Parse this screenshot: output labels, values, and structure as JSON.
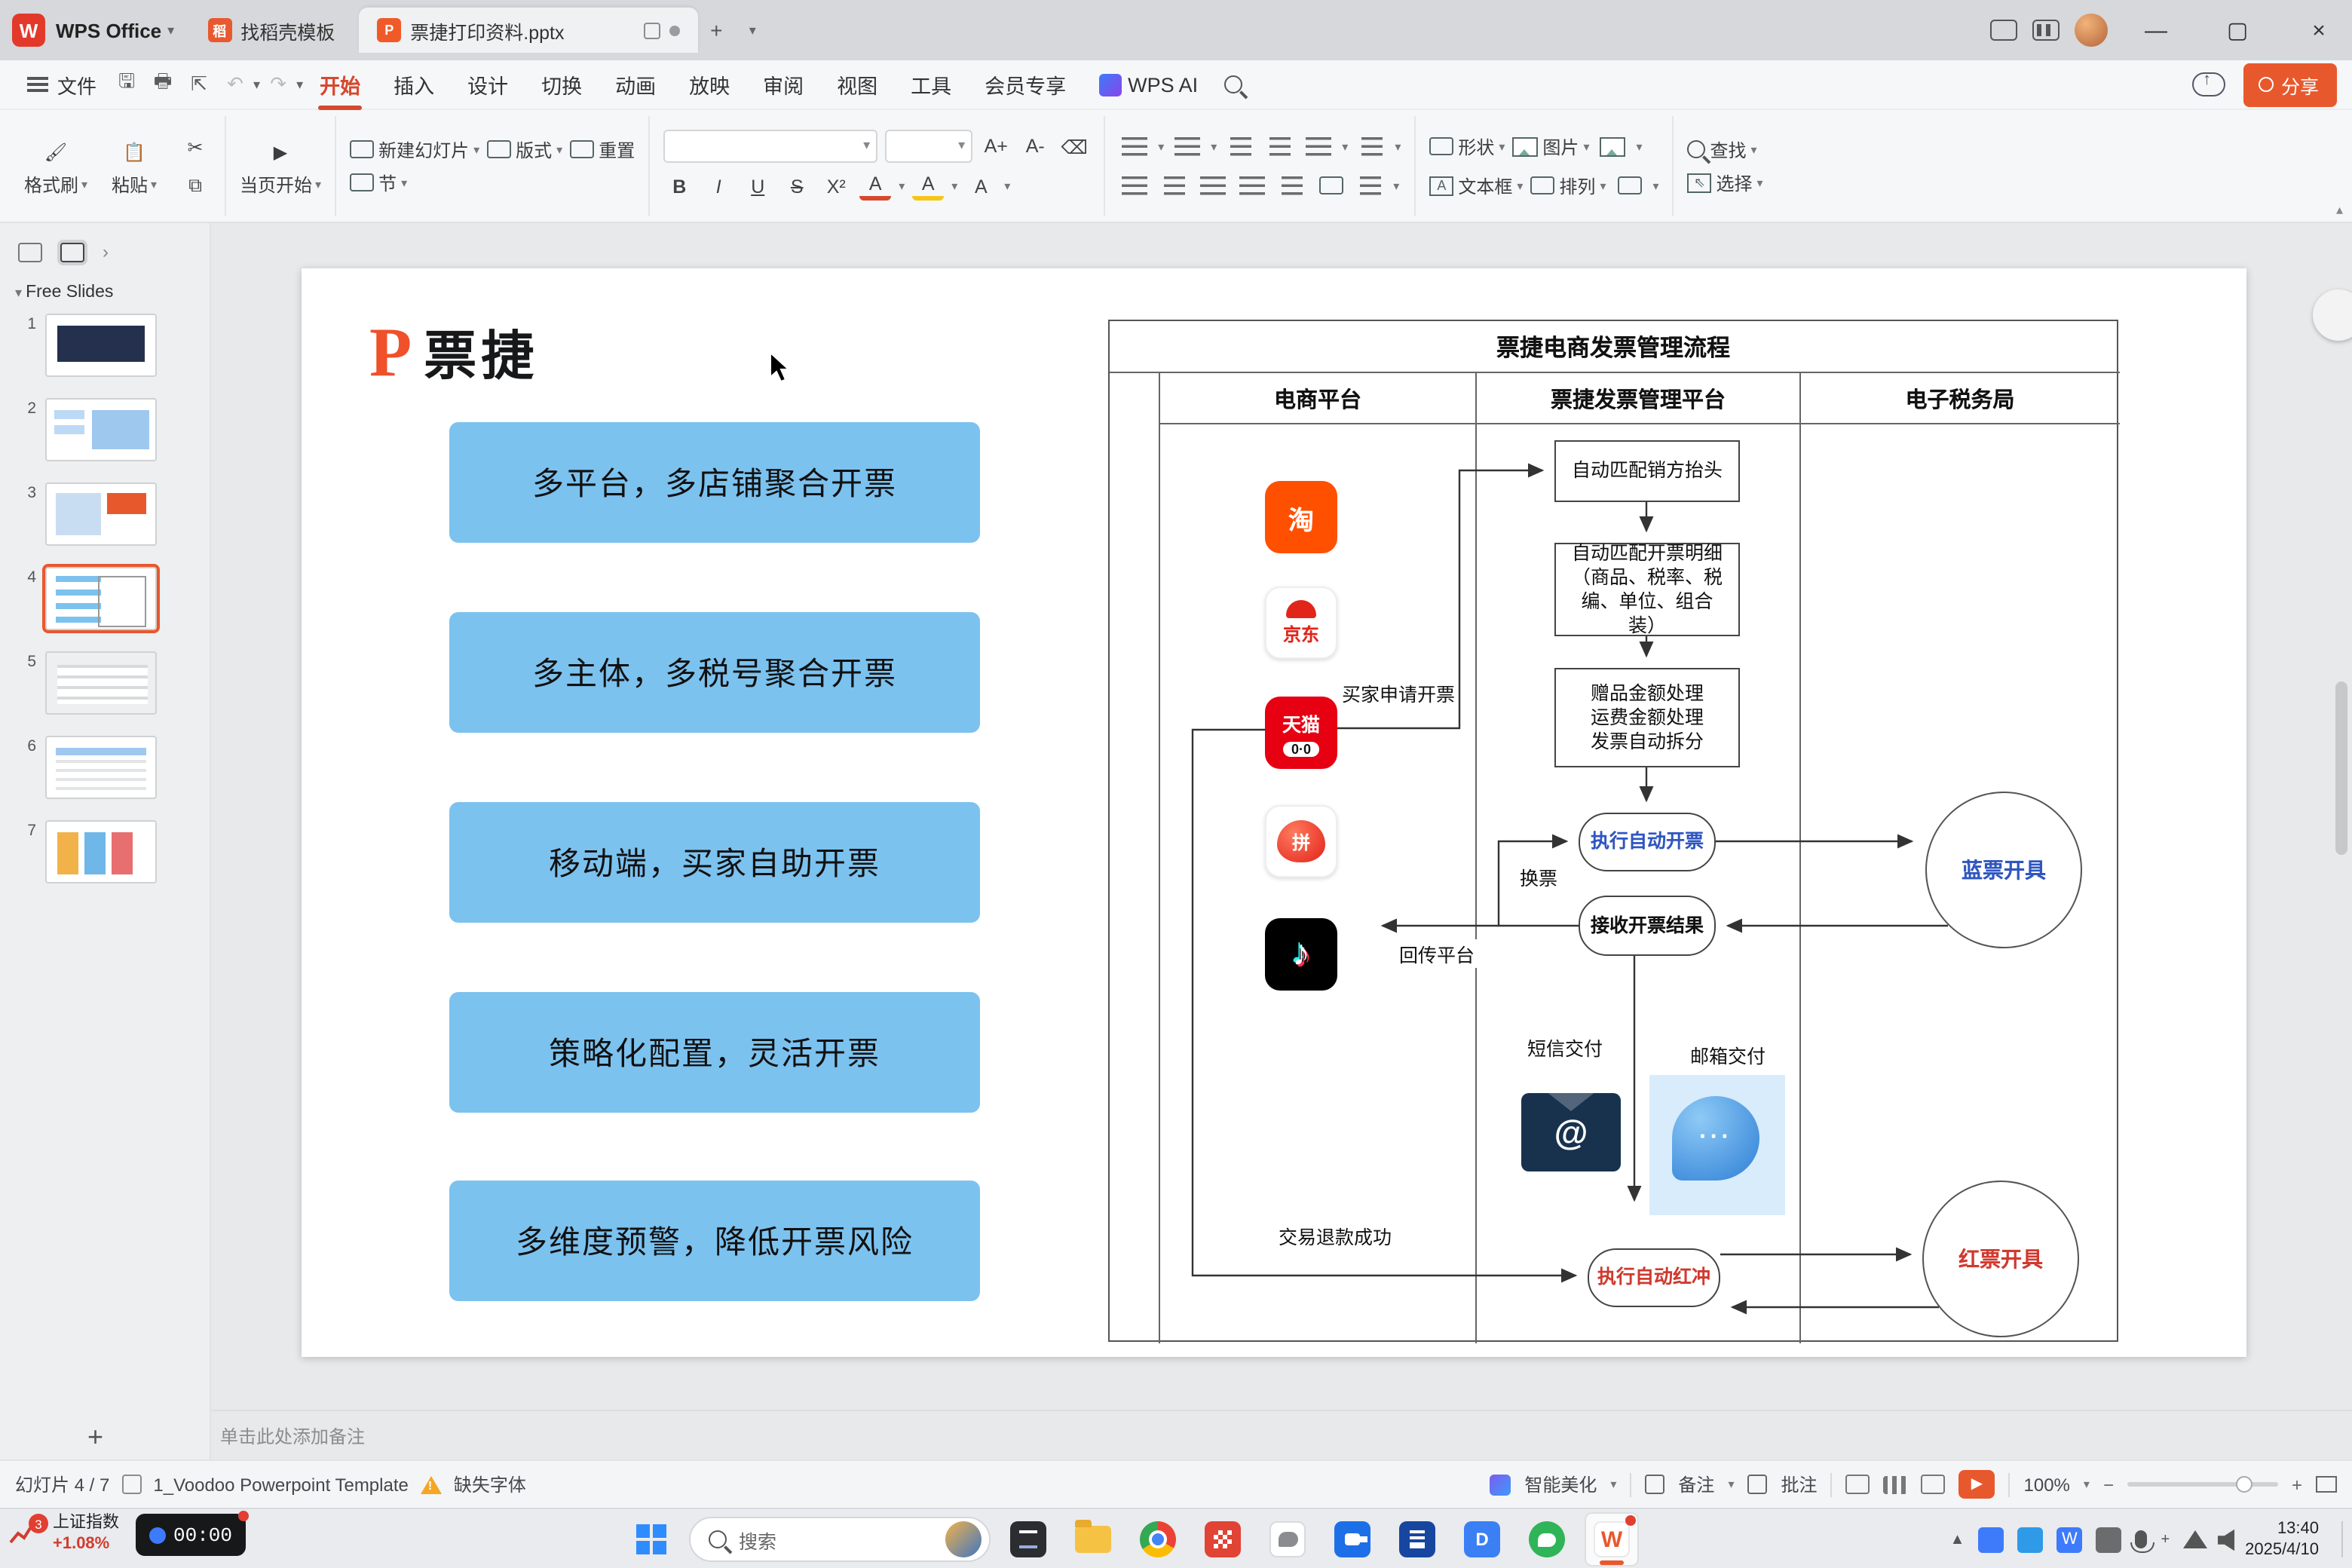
{
  "titlebar": {
    "app_name": "WPS Office",
    "tab_home": "找稻壳模板",
    "tab_doc": "票捷打印资料.pptx"
  },
  "menubar": {
    "file": "文件",
    "items": [
      "开始",
      "插入",
      "设计",
      "切换",
      "动画",
      "放映",
      "审阅",
      "视图",
      "工具",
      "会员专享"
    ],
    "ai": "WPS AI",
    "share": "分享"
  },
  "ribbon": {
    "format_painter": "格式刷",
    "paste": "粘贴",
    "from_current": "当页开始",
    "new_slide": "新建幻灯片",
    "layout": "版式",
    "section": "节",
    "reset": "重置",
    "shapes": "形状",
    "picture": "图片",
    "textbox": "文本框",
    "arrange": "排列",
    "find": "查找",
    "select": "选择",
    "glyphs": {
      "bold": "B",
      "italic": "I",
      "underline": "U",
      "strike": "S",
      "sup": "X²",
      "font_color": "A",
      "highlight": "A",
      "effect": "A",
      "inc": "A+",
      "dec": "A-"
    }
  },
  "slide_panel": {
    "group": "Free Slides",
    "numbers": [
      "1",
      "2",
      "3",
      "4",
      "5",
      "6",
      "7"
    ]
  },
  "slide": {
    "logo_mark": "P",
    "logo_text": "票捷",
    "features": [
      "多平台，多店铺聚合开票",
      "多主体，多税号聚合开票",
      "移动端，买家自助开票",
      "策略化配置，灵活开票",
      "多维度预警，降低开票风险"
    ],
    "flow": {
      "title": "票捷电商发票管理流程",
      "columns": [
        "电商平台",
        "票捷发票管理平台",
        "电子税务局"
      ],
      "box1": "自动匹配销方抬头",
      "box2_lines": [
        "自动匹配开票明细",
        "（商品、税率、税",
        "编、单位、组合",
        "装）"
      ],
      "box3_lines": [
        "赠品金额处理",
        "运费金额处理",
        "发票自动拆分"
      ],
      "auto_invoice": "执行自动开票",
      "receive": "接收开票结果",
      "reverse": "执行自动红冲",
      "blue_circle": "蓝票开具",
      "red_circle": "红票开具",
      "labels": {
        "buyer": "买家申请开票",
        "exchange": "换票",
        "back": "回传平台",
        "sms": "短信交付",
        "mail": "邮箱交付",
        "refund": "交易退款成功"
      },
      "icons": {
        "taobao": "淘",
        "jd": "京东",
        "tmall": "天猫",
        "tmall_eyes": "0·0",
        "pdd": "拼",
        "douyin": "♪",
        "at": "@",
        "dots": "···"
      }
    }
  },
  "notes": {
    "placeholder": "单击此处添加备注"
  },
  "statusbar": {
    "slide_counter": "幻灯片 4 / 7",
    "template_name": "1_Voodoo Powerpoint Template",
    "missing_font": "缺失字体",
    "beautify": "智能美化",
    "notes": "备注",
    "comments": "批注",
    "zoom": "100%"
  },
  "taskbar": {
    "stock_name": "上证指数",
    "stock_change": "+1.08%",
    "stock_badge": "3",
    "timer": "00:00",
    "search": "搜索",
    "time": "13:40",
    "date": "2025/4/10"
  }
}
